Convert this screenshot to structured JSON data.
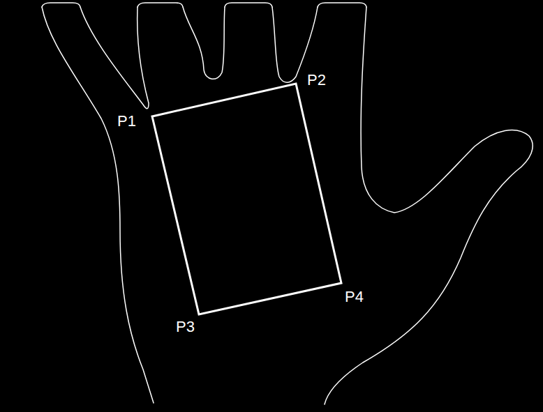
{
  "diagram": {
    "labels": [
      "P1",
      "P2",
      "P3",
      "P4"
    ]
  }
}
